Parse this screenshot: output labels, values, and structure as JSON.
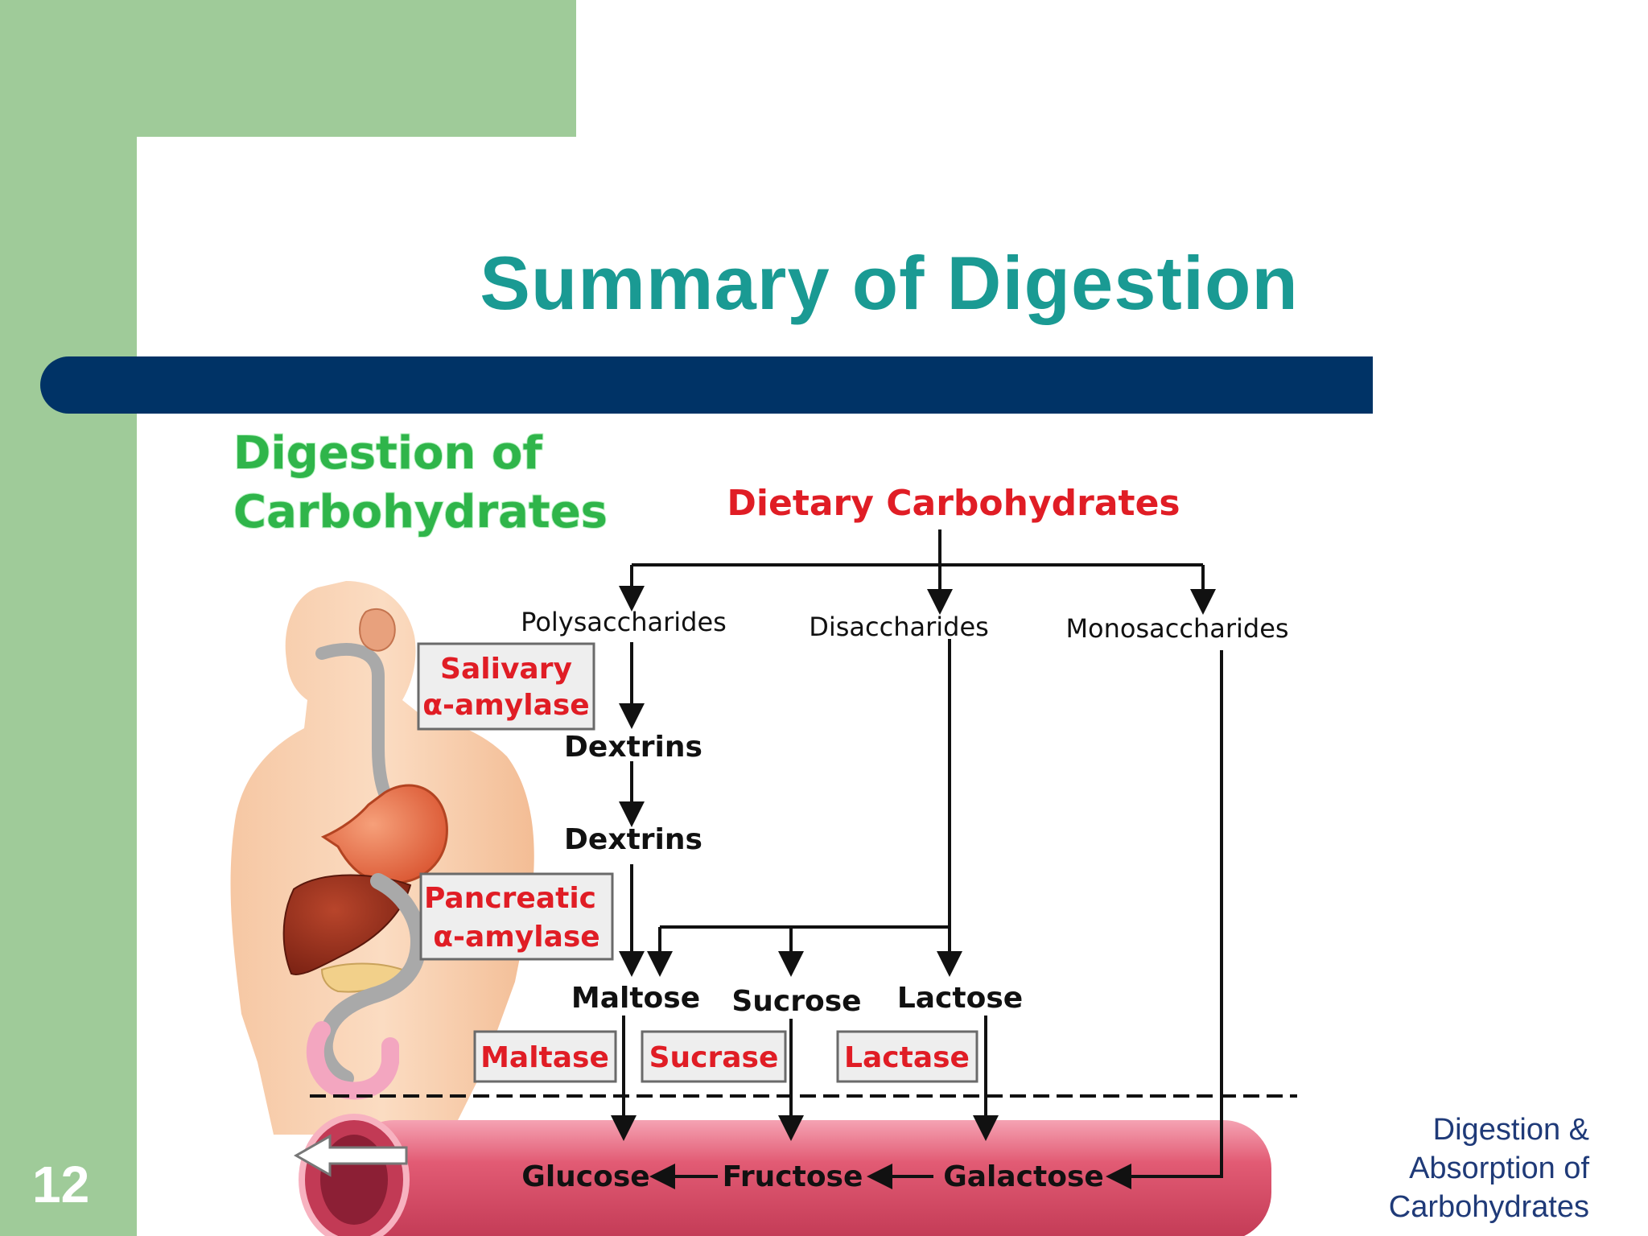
{
  "slide": {
    "title": "Summary of Digestion",
    "page_number": "12",
    "footer_caption": [
      "Digestion &",
      "Absorption of",
      "Carbohydrates"
    ]
  },
  "illustration": {
    "title_lines": [
      "Digestion of",
      "Carbohydrates"
    ]
  },
  "diagram": {
    "root": "Dietary Carbohydrates",
    "categories": {
      "polysaccharides": "Polysaccharides",
      "disaccharides": "Disaccharides",
      "monosaccharides": "Monosaccharides"
    },
    "intermediates": {
      "dextrins_1": "Dextrins",
      "dextrins_2": "Dextrins"
    },
    "disaccharide_products": {
      "maltose": "Maltose",
      "sucrose": "Sucrose",
      "lactose": "Lactose"
    },
    "enzymes": {
      "salivary": [
        "Salivary",
        "α-amylase"
      ],
      "pancreatic": [
        "Pancreatic",
        "α-amylase"
      ],
      "maltase": "Maltase",
      "sucrase": "Sucrase",
      "lactase": "Lactase"
    },
    "monosaccharide_products": {
      "glucose": "Glucose",
      "fructose": "Fructose",
      "galactose": "Galactose"
    }
  },
  "colors": {
    "sidebar_green": "#9fcb99",
    "title_teal": "#1a9a93",
    "title_bar_navy": "#003366",
    "enzyme_red": "#e01d25",
    "illustration_title_green": "#2fb54a",
    "vessel_pink": "#e25b74",
    "caption_blue": "#1f3a78"
  }
}
